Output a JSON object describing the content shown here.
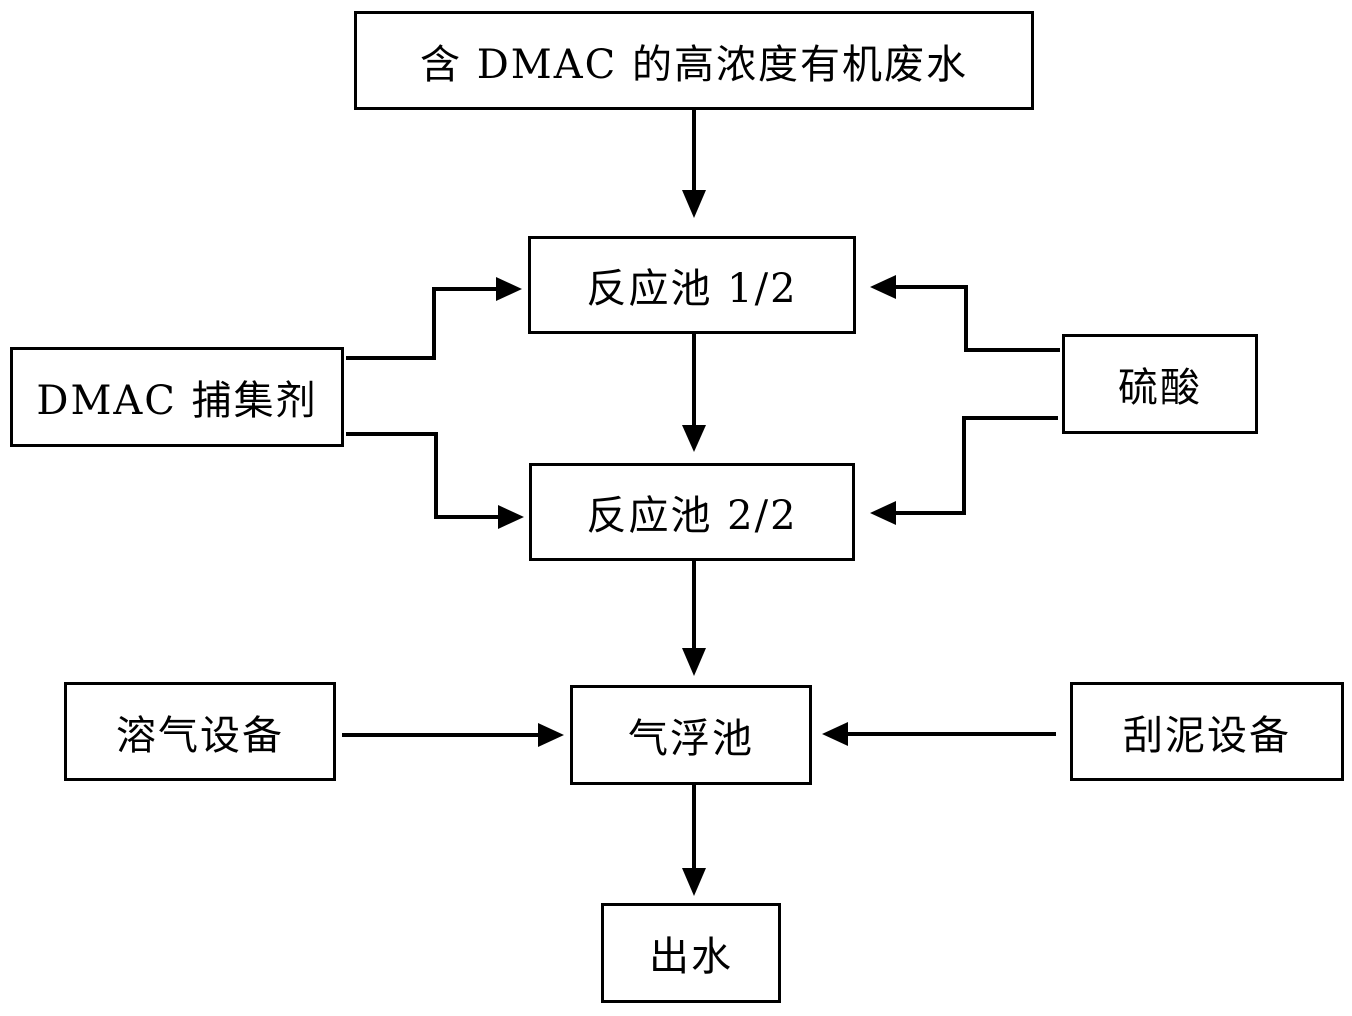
{
  "diagram": {
    "type": "flowchart",
    "title": "",
    "nodes": {
      "source": {
        "label": "含 DMAC 的高浓度有机废水"
      },
      "reactor1": {
        "label": "反应池 1/2"
      },
      "reactor2": {
        "label": "反应池 2/2"
      },
      "dmac": {
        "label": "DMAC 捕集剂"
      },
      "acid": {
        "label": "硫酸"
      },
      "flotation": {
        "label": "气浮池"
      },
      "dissolve": {
        "label": "溶气设备"
      },
      "scraper": {
        "label": "刮泥设备"
      },
      "outlet": {
        "label": "出水"
      }
    },
    "edges": [
      {
        "from": "source",
        "to": "reactor1"
      },
      {
        "from": "dmac",
        "to": "reactor1"
      },
      {
        "from": "dmac",
        "to": "reactor2"
      },
      {
        "from": "acid",
        "to": "reactor1"
      },
      {
        "from": "acid",
        "to": "reactor2"
      },
      {
        "from": "reactor1",
        "to": "reactor2"
      },
      {
        "from": "reactor2",
        "to": "flotation"
      },
      {
        "from": "dissolve",
        "to": "flotation"
      },
      {
        "from": "scraper",
        "to": "flotation"
      },
      {
        "from": "flotation",
        "to": "outlet"
      }
    ]
  }
}
